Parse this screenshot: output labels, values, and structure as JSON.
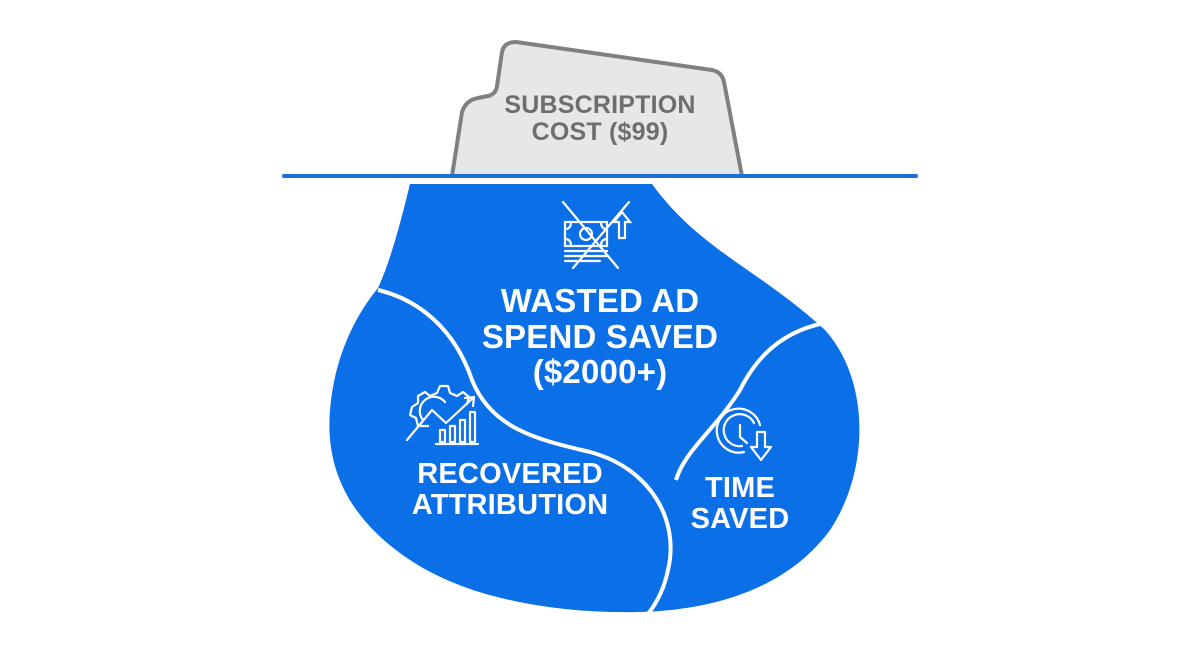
{
  "colors": {
    "background": "#ffffff",
    "waterline": "#1a6fdc",
    "iceberg_underwater": "#0b6fe8",
    "iceberg_tip_fill": "#e6e7e9",
    "iceberg_tip_stroke": "#808080",
    "tip_text": "#6e6e6e",
    "divider": "#ffffff"
  },
  "iceberg": {
    "tip": {
      "label": "SUBSCRIPTION COST ($99)",
      "line1": "SUBSCRIPTION",
      "line2": "COST ($99)"
    },
    "underwater": {
      "segments": [
        {
          "id": "wasted-ad-spend",
          "icon": "money-crossed-out-icon",
          "line1": "WASTED AD",
          "line2": "SPEND SAVED",
          "line3": "($2000+)"
        },
        {
          "id": "recovered-attribution",
          "icon": "gear-chart-growth-icon",
          "line1": "RECOVERED",
          "line2": "ATTRIBUTION"
        },
        {
          "id": "time-saved",
          "icon": "clock-down-arrow-icon",
          "line1": "TIME",
          "line2": "SAVED"
        }
      ]
    }
  }
}
